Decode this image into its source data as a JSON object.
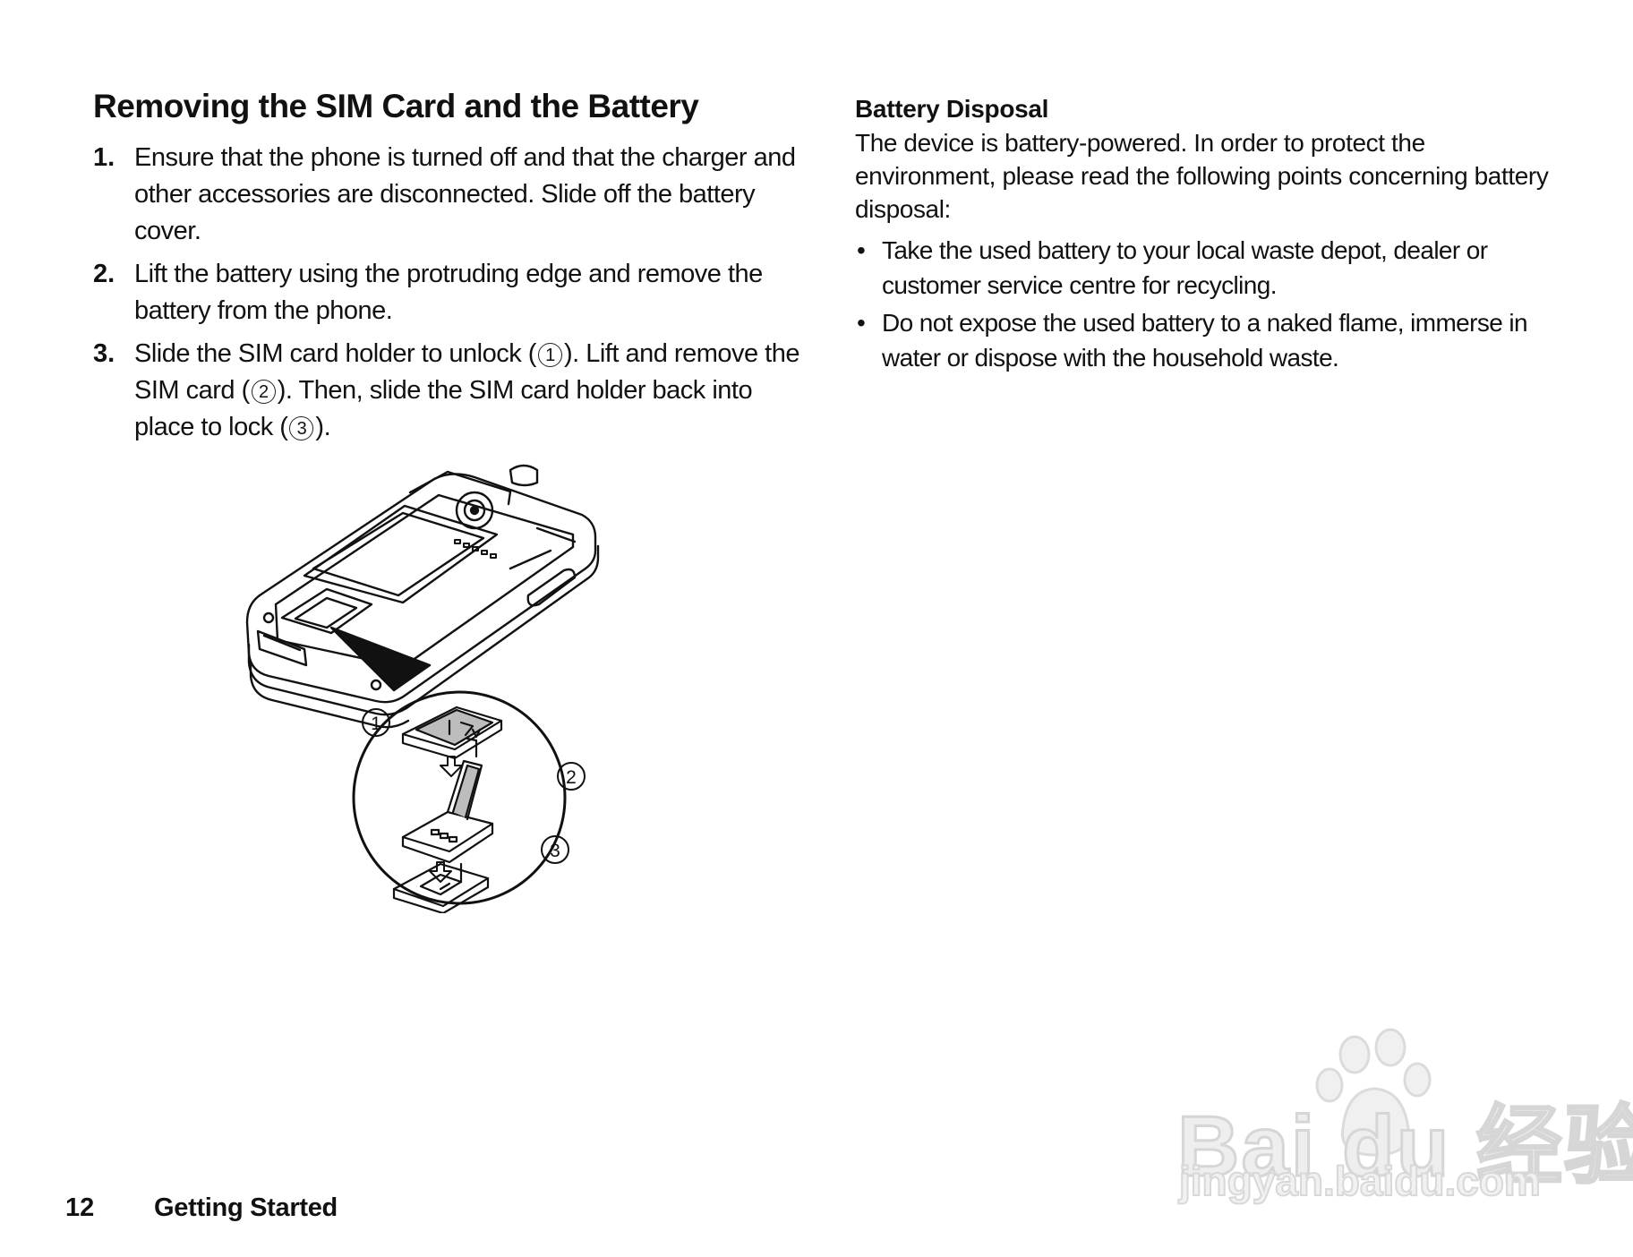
{
  "heading": "Removing the SIM Card and the Battery",
  "steps": [
    {
      "num": "1.",
      "text": "Ensure that the phone is turned off and that the charger and other accessories are disconnected. Slide off the battery cover."
    },
    {
      "num": "2.",
      "text": "Lift the battery using the protruding edge and remove the battery from the phone."
    },
    {
      "num": "3.",
      "parts": {
        "a": "Slide the SIM card holder to unlock (",
        "c1": "1",
        "b": "). Lift and remove the SIM card (",
        "c2": "2",
        "c": "). Then, slide the SIM card holder back into place to lock (",
        "c3": "3",
        "d": ")."
      }
    }
  ],
  "illustration": {
    "callouts": [
      "1",
      "2",
      "3"
    ]
  },
  "disposal": {
    "heading": "Battery Disposal",
    "intro": "The device is battery-powered. In order to protect the environment, please read the following points concerning battery disposal:",
    "bullets": [
      "Take the used battery to your local waste depot, dealer or customer service centre for recycling.",
      "Do not expose the used battery to a naked flame, immerse in water or dispose with the household waste."
    ]
  },
  "footer": {
    "page_number": "12",
    "section": "Getting Started"
  },
  "watermark": {
    "line1": "Bai du 经验",
    "line2": "jingyan.baidu.com"
  }
}
